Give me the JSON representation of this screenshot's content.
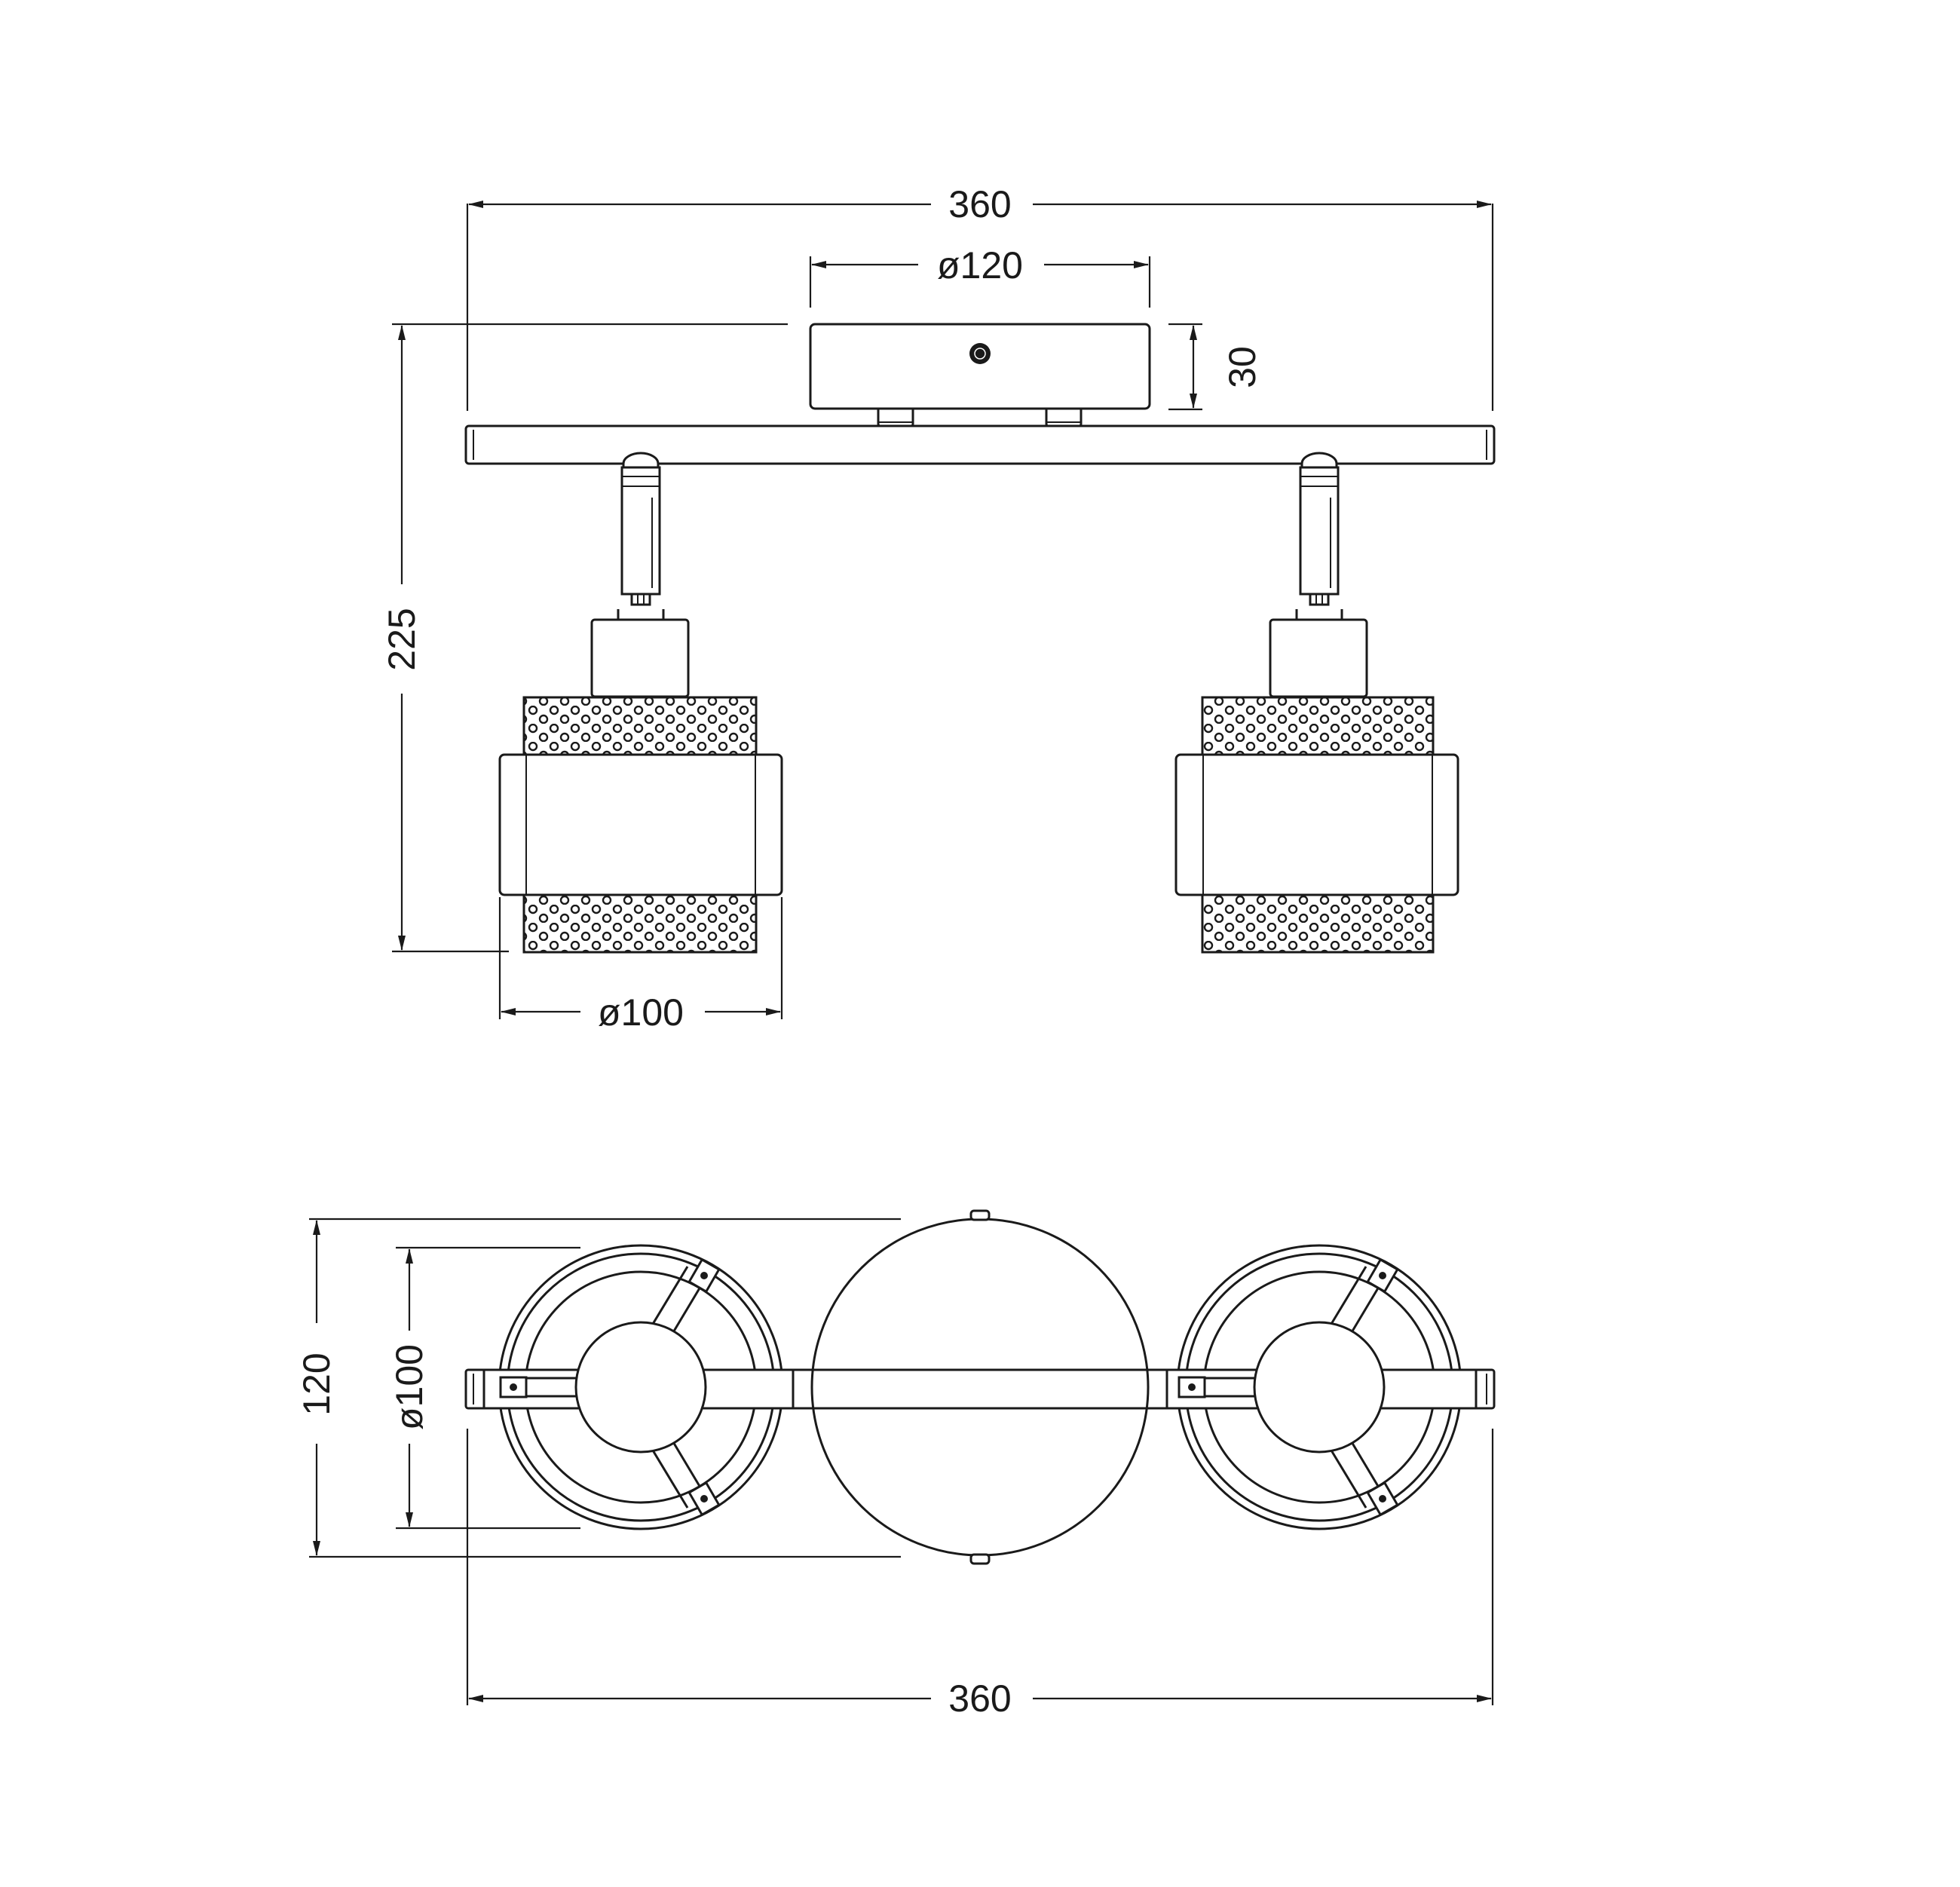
{
  "front_view": {
    "width_label": "360",
    "canopy_diameter_label": "ø120",
    "canopy_height_label": "30",
    "height_label": "225",
    "shade_diameter_label": "ø100"
  },
  "top_view": {
    "depth_label": "120",
    "shade_diameter_label": "ø100",
    "width_label": "360"
  },
  "colors": {
    "line": "#1a1a1a",
    "background": "#ffffff"
  }
}
